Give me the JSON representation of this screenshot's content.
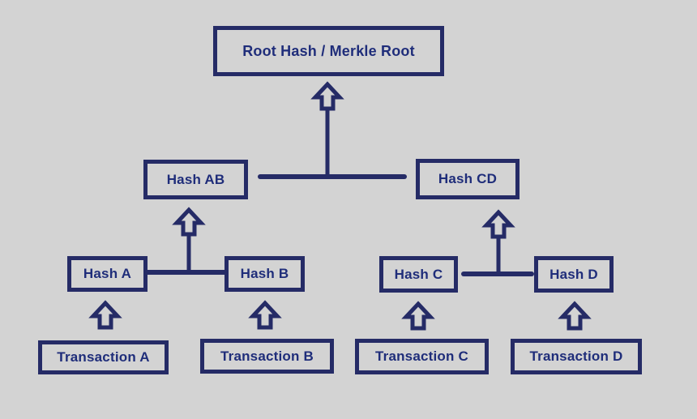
{
  "diagram": {
    "kind": "merkle-tree",
    "levels": [
      "root",
      "pair-hashes",
      "leaf-hashes",
      "transactions"
    ]
  },
  "nodes": {
    "root": {
      "label": "Root Hash / Merkle Root"
    },
    "hash_ab": {
      "label": "Hash AB"
    },
    "hash_cd": {
      "label": "Hash CD"
    },
    "hash_a": {
      "label": "Hash A"
    },
    "hash_b": {
      "label": "Hash B"
    },
    "hash_c": {
      "label": "Hash C"
    },
    "hash_d": {
      "label": "Hash D"
    },
    "tx_a": {
      "label": "Transaction A"
    },
    "tx_b": {
      "label": "Transaction B"
    },
    "tx_c": {
      "label": "Transaction C"
    },
    "tx_d": {
      "label": "Transaction D"
    }
  },
  "icons": {
    "up_arrow": "⇧"
  },
  "colors": {
    "background": "#d3d3d3",
    "line": "#252b66",
    "text": "#1f2d7a"
  }
}
